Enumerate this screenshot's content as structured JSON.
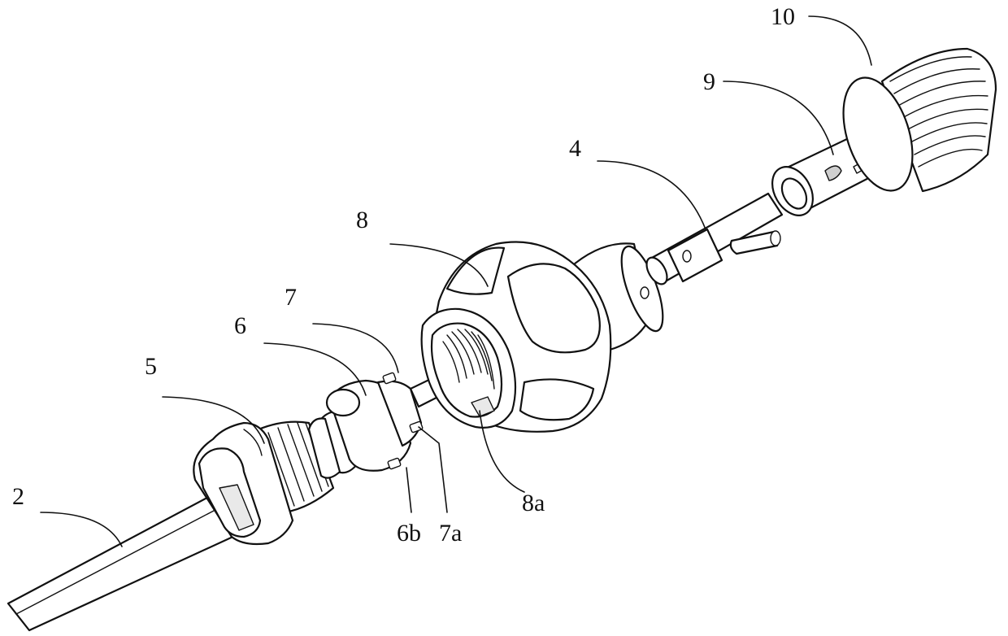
{
  "labels": {
    "l10": "10",
    "l9": "9",
    "l4": "4",
    "l8": "8",
    "l7": "7",
    "l6": "6",
    "l5": "5",
    "l2": "2",
    "l6b": "6b",
    "l7a": "7a",
    "l8a": "8a"
  }
}
